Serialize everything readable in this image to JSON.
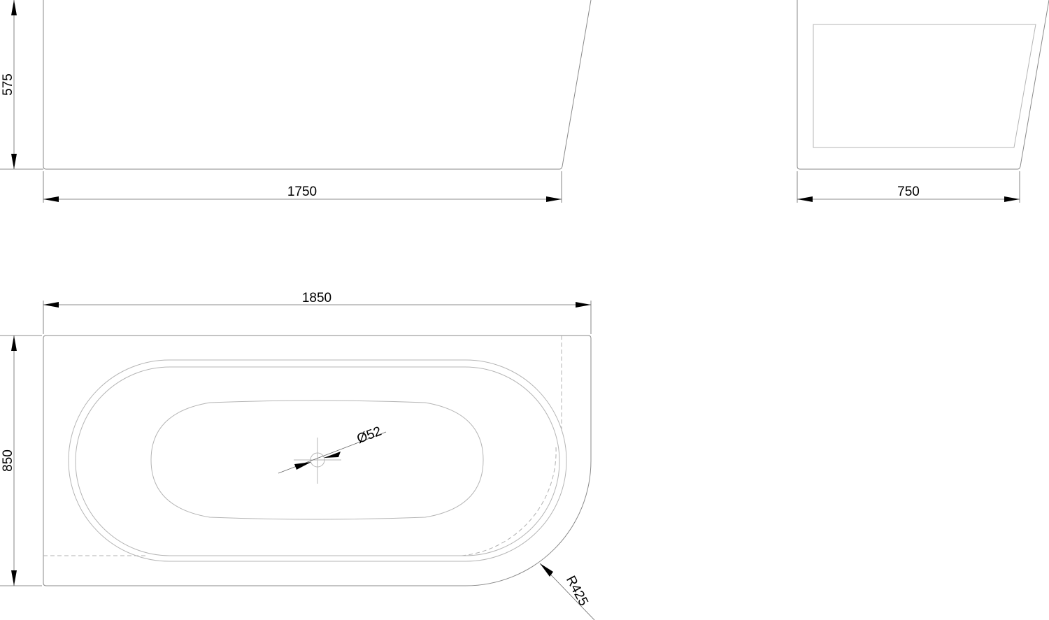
{
  "side_view": {
    "height_label": "575",
    "length_label": "1750"
  },
  "end_view": {
    "width_label": "750"
  },
  "plan_view": {
    "length_label": "1850",
    "width_label": "850",
    "drain_label": "Ø52",
    "radius_label": "R425"
  }
}
